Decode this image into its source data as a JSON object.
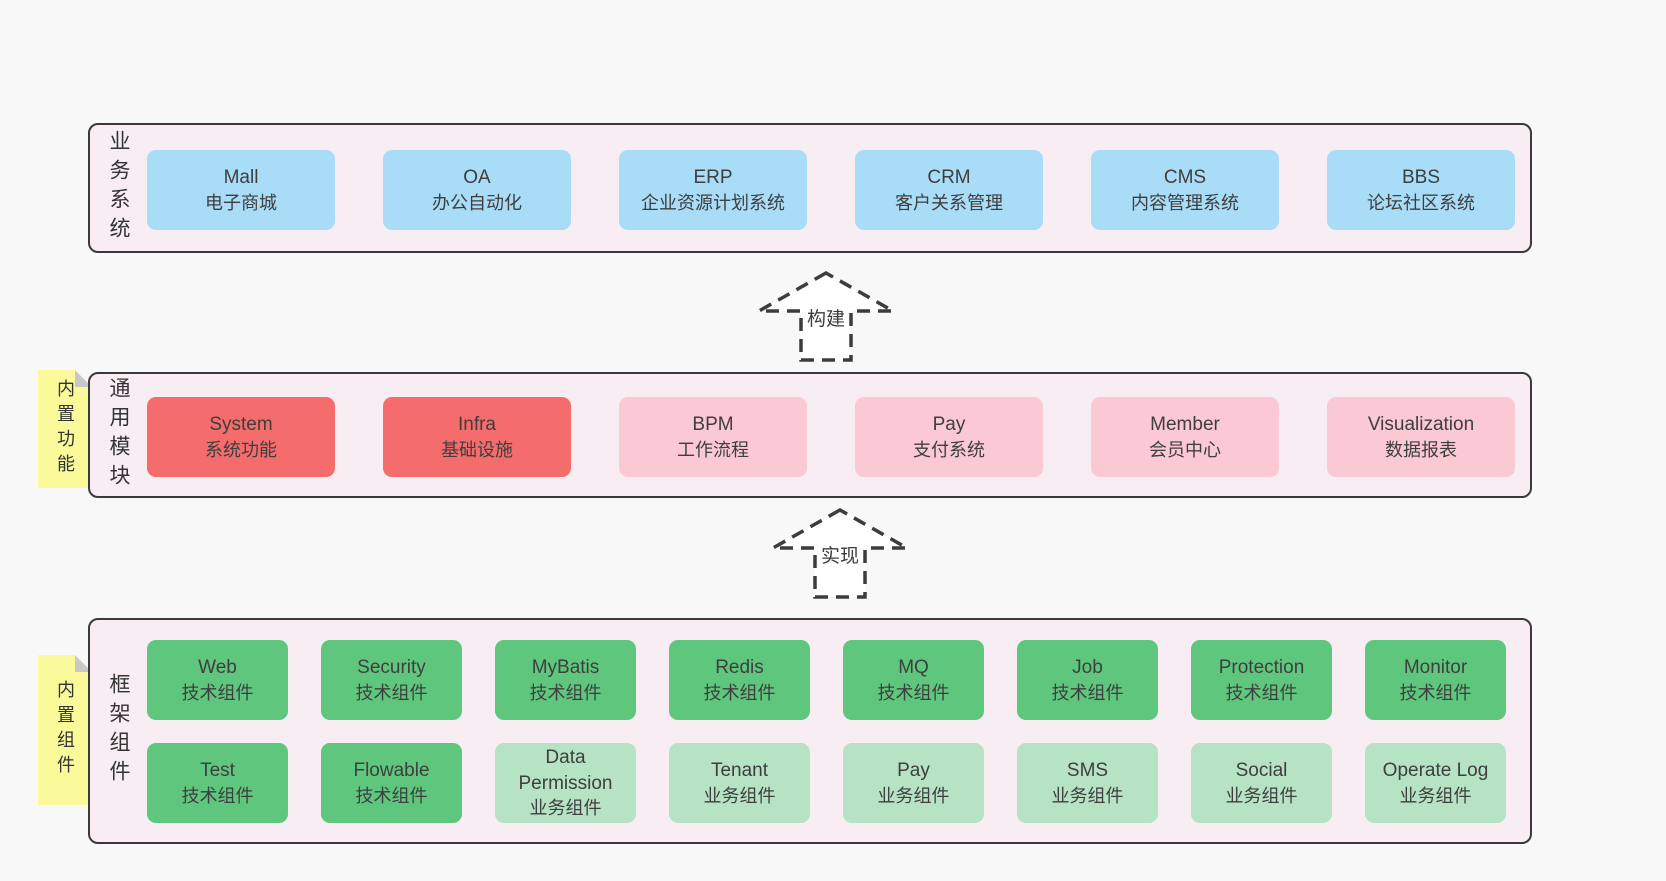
{
  "colors": {
    "page_bg": "#F8F8F8",
    "layer_bg": "#F9EDF4",
    "layer_border": "#3A3A3A",
    "blue": "#A9DCF7",
    "red": "#F56C6C",
    "pink": "#FAC9D3",
    "green": "#5FC77D",
    "lightgreen": "#B5E3C3",
    "note": "#FAFA9B",
    "note_fold": "#C8C8C8"
  },
  "arrows": [
    {
      "label": "构建"
    },
    {
      "label": "实现"
    }
  ],
  "layers": [
    {
      "id": "business-systems",
      "label": "业务系统",
      "note": null,
      "rows": [
        [
          {
            "title": "Mall",
            "subtitle": "电子商城",
            "variant": "blue"
          },
          {
            "title": "OA",
            "subtitle": "办公自动化",
            "variant": "blue"
          },
          {
            "title": "ERP",
            "subtitle": "企业资源计划系统",
            "variant": "blue"
          },
          {
            "title": "CRM",
            "subtitle": "客户关系管理",
            "variant": "blue"
          },
          {
            "title": "CMS",
            "subtitle": "内容管理系统",
            "variant": "blue"
          },
          {
            "title": "BBS",
            "subtitle": "论坛社区系统",
            "variant": "blue"
          }
        ]
      ]
    },
    {
      "id": "common-modules",
      "label": "通用模块",
      "note": "内置功能",
      "rows": [
        [
          {
            "title": "System",
            "subtitle": "系统功能",
            "variant": "red"
          },
          {
            "title": "Infra",
            "subtitle": "基础设施",
            "variant": "red"
          },
          {
            "title": "BPM",
            "subtitle": "工作流程",
            "variant": "pink"
          },
          {
            "title": "Pay",
            "subtitle": "支付系统",
            "variant": "pink"
          },
          {
            "title": "Member",
            "subtitle": "会员中心",
            "variant": "pink"
          },
          {
            "title": "Visualization",
            "subtitle": "数据报表",
            "variant": "pink"
          }
        ]
      ]
    },
    {
      "id": "framework-components",
      "label": "框架组件",
      "note": "内置组件",
      "rows": [
        [
          {
            "title": "Web",
            "subtitle": "技术组件",
            "variant": "green"
          },
          {
            "title": "Security",
            "subtitle": "技术组件",
            "variant": "green"
          },
          {
            "title": "MyBatis",
            "subtitle": "技术组件",
            "variant": "green"
          },
          {
            "title": "Redis",
            "subtitle": "技术组件",
            "variant": "green"
          },
          {
            "title": "MQ",
            "subtitle": "技术组件",
            "variant": "green"
          },
          {
            "title": "Job",
            "subtitle": "技术组件",
            "variant": "green"
          },
          {
            "title": "Protection",
            "subtitle": "技术组件",
            "variant": "green"
          },
          {
            "title": "Monitor",
            "subtitle": "技术组件",
            "variant": "green"
          }
        ],
        [
          {
            "title": "Test",
            "subtitle": "技术组件",
            "variant": "green"
          },
          {
            "title": "Flowable",
            "subtitle": "技术组件",
            "variant": "green"
          },
          {
            "title": "Data Permission",
            "subtitle": "业务组件",
            "variant": "lightgreen"
          },
          {
            "title": "Tenant",
            "subtitle": "业务组件",
            "variant": "lightgreen"
          },
          {
            "title": "Pay",
            "subtitle": "业务组件",
            "variant": "lightgreen"
          },
          {
            "title": "SMS",
            "subtitle": "业务组件",
            "variant": "lightgreen"
          },
          {
            "title": "Social",
            "subtitle": "业务组件",
            "variant": "lightgreen"
          },
          {
            "title": "Operate Log",
            "subtitle": "业务组件",
            "variant": "lightgreen"
          }
        ]
      ]
    }
  ]
}
